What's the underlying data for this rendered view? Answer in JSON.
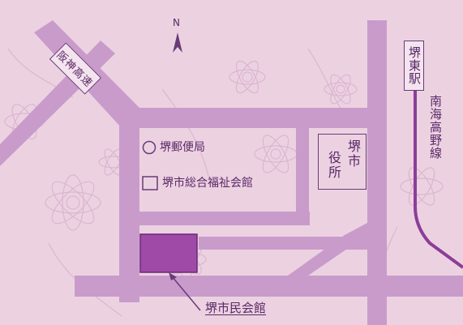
{
  "north_label": "N",
  "highway_label": "阪神高速",
  "station_label": "堺東駅",
  "railway_label": "南海高野線",
  "city_hall_label": "堺市役所",
  "post_office_label": "堺郵便局",
  "welfare_hall_label": "堺市総合福祉会館",
  "destination_label": "堺市民会館",
  "colors": {
    "background": "#ecd2e1",
    "road": "#c99bcb",
    "destination": "#9e4aa6",
    "text": "#5a2868"
  }
}
